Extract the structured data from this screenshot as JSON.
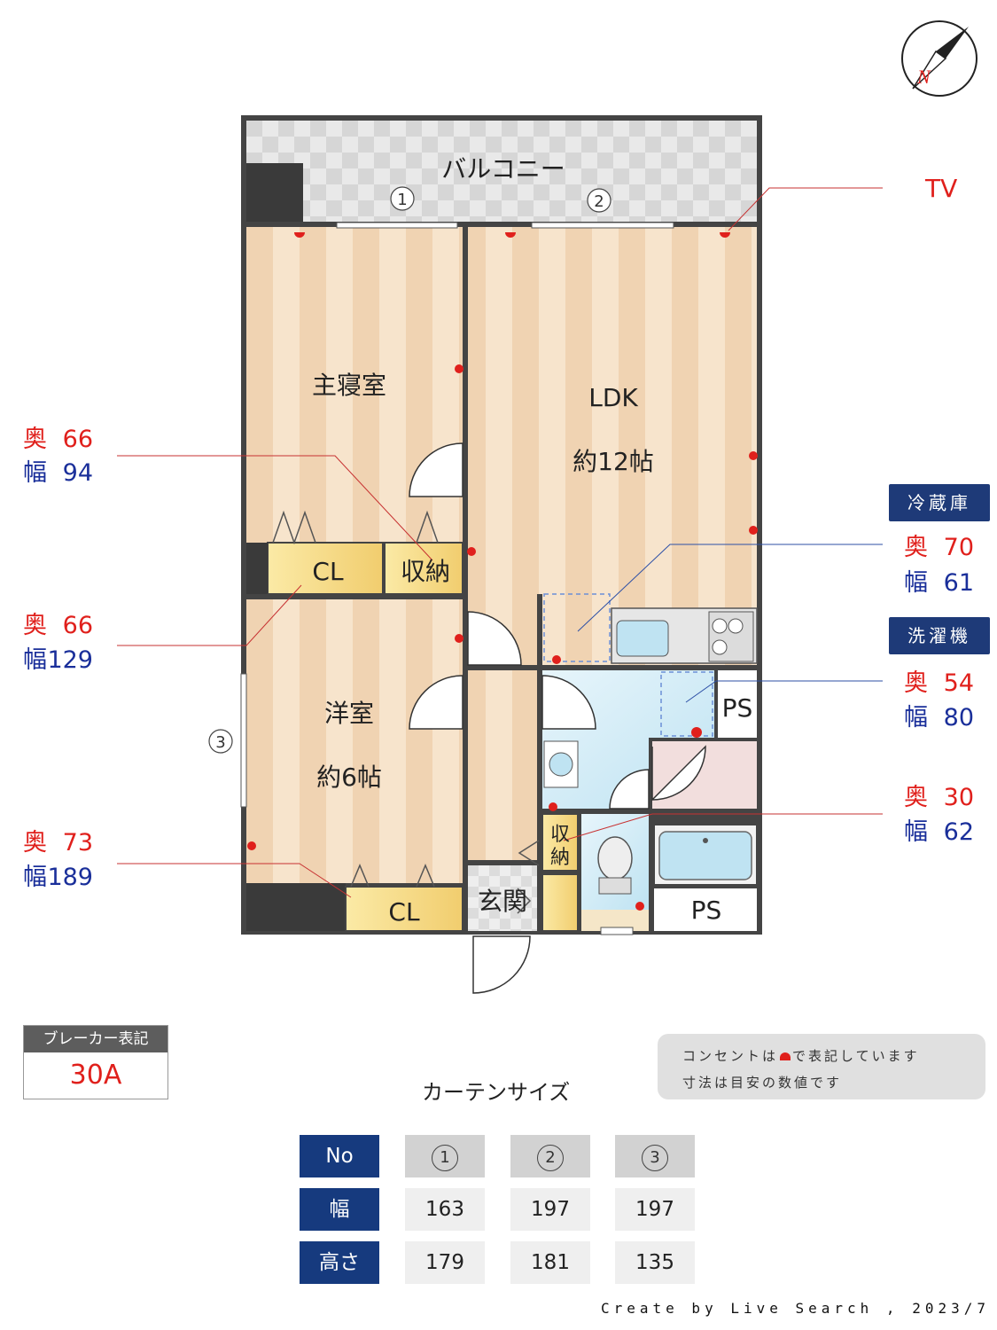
{
  "rooms": {
    "balcony": "バルコニー",
    "master_bedroom": "主寝室",
    "ldk": "LDK",
    "ldk_size": "約12帖",
    "western_room": "洋室",
    "western_size": "約6帖",
    "entrance": "玄関",
    "closet_label": "CL",
    "storage_label": "収納",
    "storage_v1": "収",
    "storage_v2": "納",
    "pipe_space": "PS"
  },
  "window_markers": [
    "1",
    "2",
    "3"
  ],
  "tv_label": "TV",
  "depth_label": "奥",
  "width_label": "幅",
  "callouts_left": [
    {
      "depth": "66",
      "width": "94"
    },
    {
      "depth": "66",
      "width": "129"
    },
    {
      "depth": "73",
      "width": "189"
    }
  ],
  "appliances": [
    {
      "name": "冷蔵庫",
      "depth": "70",
      "width": "61"
    },
    {
      "name": "洗濯機",
      "depth": "54",
      "width": "80"
    }
  ],
  "storage_right": {
    "depth": "30",
    "width": "62"
  },
  "breaker": {
    "header": "ブレーカー表記",
    "value": "30A"
  },
  "note": {
    "line1_a": "コンセントは",
    "line1_b": "で表記しています",
    "line2": "寸法は目安の数値です"
  },
  "curtain": {
    "title": "カーテンサイズ",
    "row_labels": {
      "no": "No",
      "width": "幅",
      "height": "高さ"
    },
    "columns": [
      {
        "no": "1",
        "width": "163",
        "height": "179"
      },
      {
        "no": "2",
        "width": "197",
        "height": "181"
      },
      {
        "no": "3",
        "width": "197",
        "height": "135"
      }
    ]
  },
  "credit": "Create by Live Search , 2023/7",
  "colors": {
    "accent_red": "#e0201c",
    "accent_blue": "#1a2f9a",
    "badge_navy": "#1e3a78",
    "wall": "#444444",
    "floor": "#f3dcc0"
  }
}
